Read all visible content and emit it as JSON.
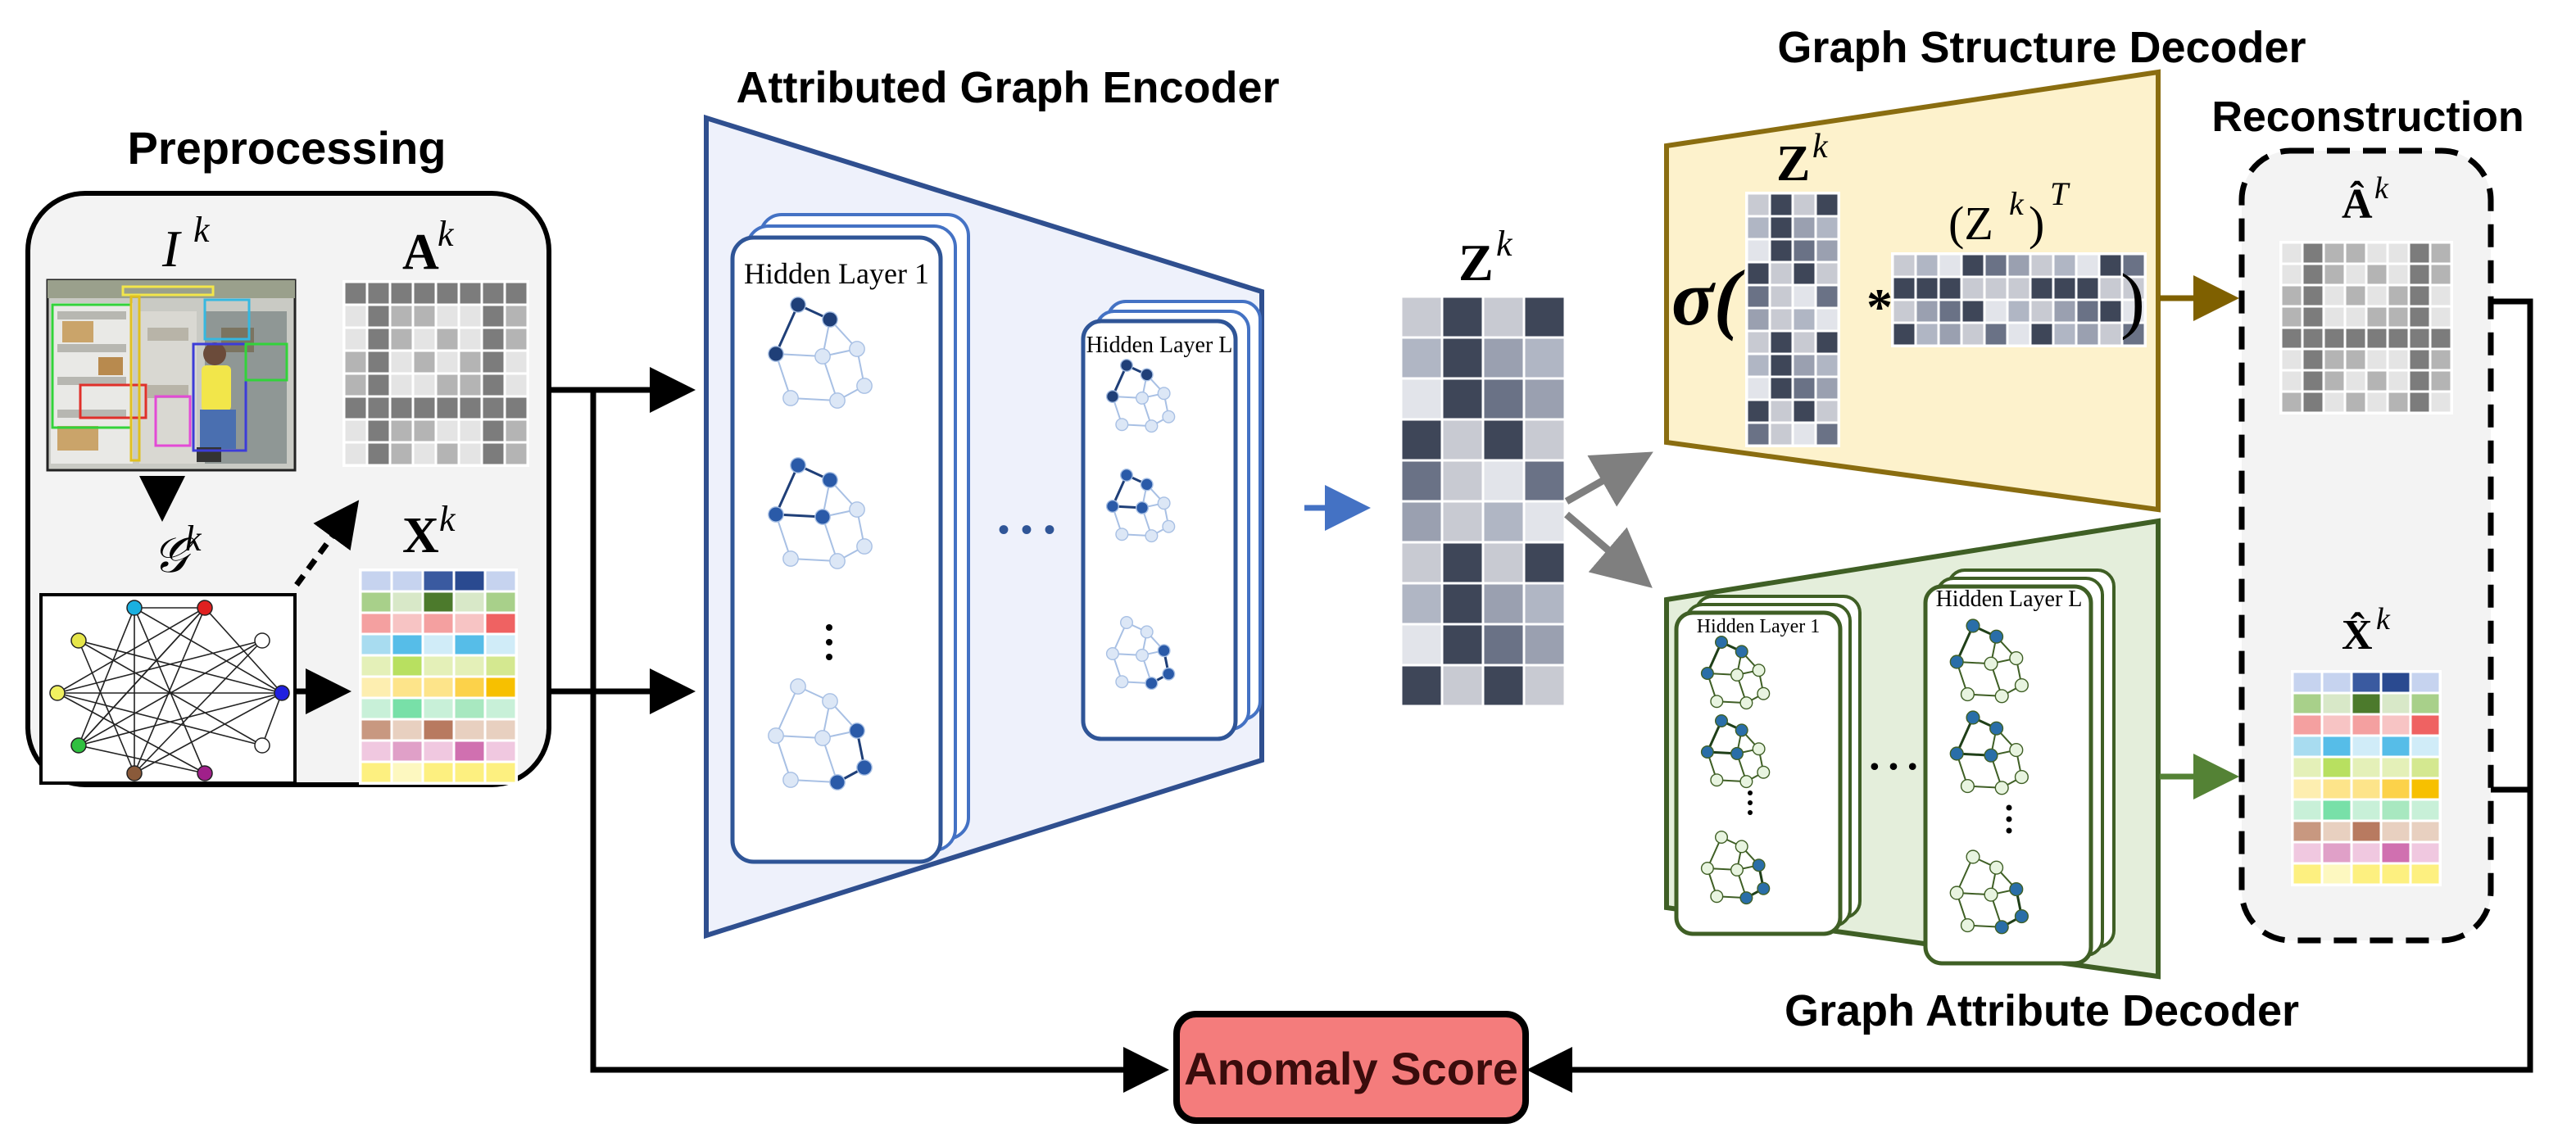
{
  "preprocessing": {
    "title": "Preprocessing",
    "image_label": "I",
    "image_sup": "k",
    "graph_label": "𝒢",
    "graph_sup": "k",
    "adjacency_label": "A",
    "adjacency_sup": "k",
    "features_label": "X",
    "features_sup": "k"
  },
  "encoder": {
    "title": "Attributed Graph Encoder",
    "first_layer": "Hidden Layer 1",
    "last_layer": "Hidden Layer L",
    "dots": "• • •"
  },
  "latent": {
    "label": "Z",
    "sup": "k"
  },
  "structure_decoder": {
    "title": "Graph Structure Decoder",
    "sigma": "σ(",
    "z_label": "Z",
    "z_sup": "k",
    "times": "*",
    "zt_label": "(Z",
    "zt_sup": "k",
    "zt_close": ")",
    "zt_T": "T",
    "close": ")"
  },
  "attribute_decoder": {
    "title": "Graph Attribute Decoder",
    "first_layer": "Hidden Layer 1",
    "last_layer": "Hidden Layer L",
    "dots": "• • •"
  },
  "reconstruction": {
    "title": "Reconstruction",
    "a_hat": "Â",
    "a_sup": "k",
    "x_hat": "X̂",
    "x_sup": "k"
  },
  "anomaly": {
    "label": "Anomaly Score",
    "fill": "#f47c7c"
  },
  "colors": {
    "encoder_fill": "#eef1fb",
    "encoder_stroke": "#2f4f8f",
    "structure_fill": "#fdf2cc",
    "structure_stroke": "#8a6d10",
    "attribute_fill": "#e4eedb",
    "attribute_stroke": "#3f5f25",
    "recon_fill": "#f3f3f3"
  }
}
